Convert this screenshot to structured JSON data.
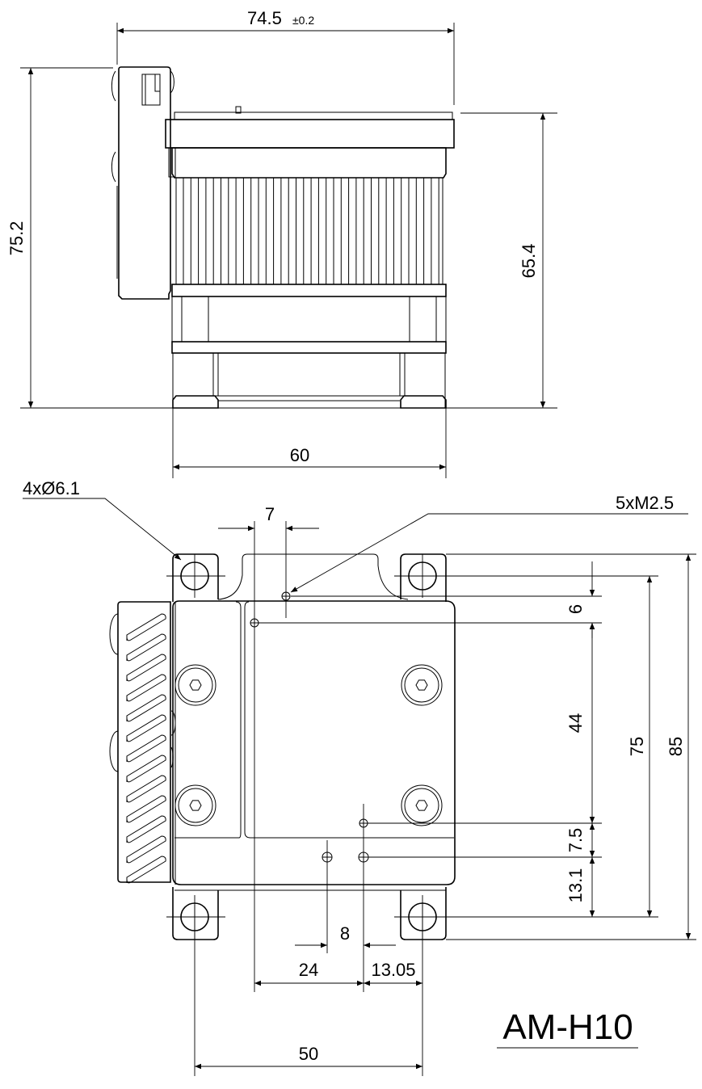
{
  "title": "AM-H10",
  "side_view": {
    "width_dim": "74.5",
    "width_tol": "±0.2",
    "total_height_dim": "75.2",
    "body_height_dim": "65.4",
    "base_width_dim": "60"
  },
  "bottom_view": {
    "mount_holes": "4xØ6.1",
    "threaded_holes": "5xM2.5",
    "dim_7": "7",
    "dim_6": "6",
    "dim_44": "44",
    "dim_7_5": "7.5",
    "dim_13_1": "13.1",
    "dim_75": "75",
    "dim_85": "85",
    "dim_8": "8",
    "dim_24": "24",
    "dim_13_05": "13.05",
    "dim_50": "50"
  }
}
